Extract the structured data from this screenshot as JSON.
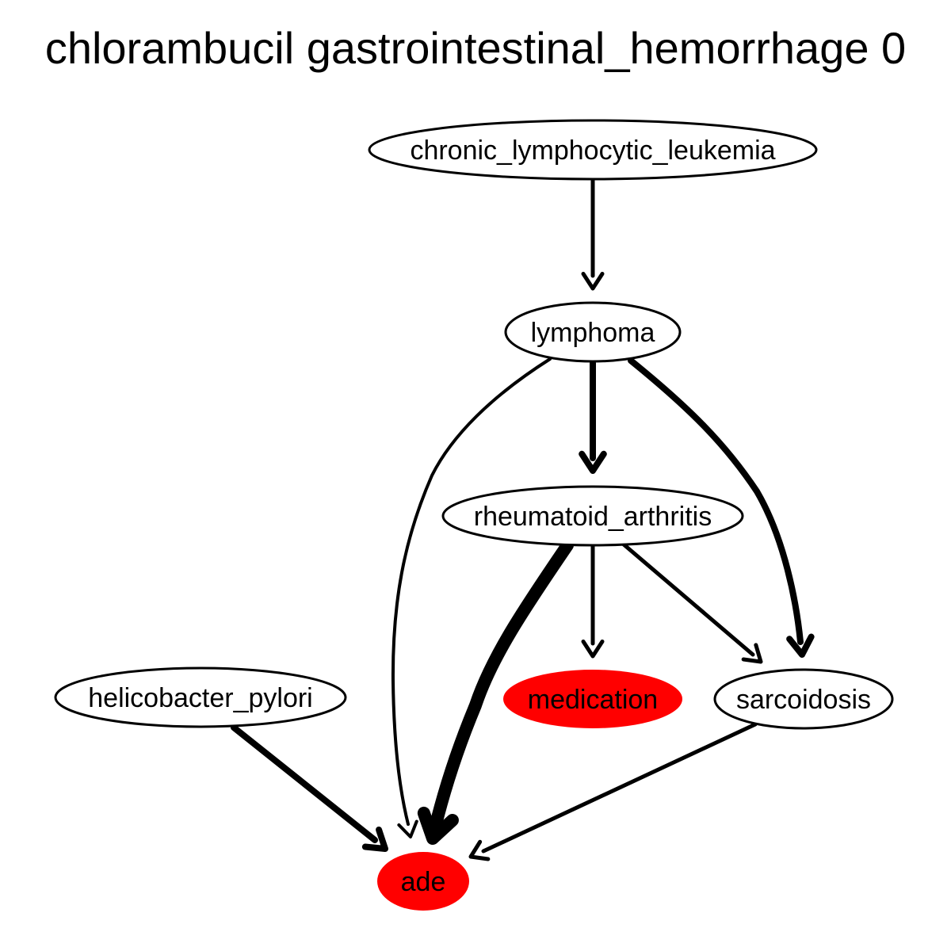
{
  "title": "chlorambucil gastrointestinal_hemorrhage 0",
  "colors": {
    "highlight": "#ff0000",
    "default_fill": "#ffffff",
    "stroke": "#000000"
  },
  "nodes": [
    {
      "id": "chronic_lymphocytic_leukemia",
      "label": "chronic_lymphocytic_leukemia",
      "highlighted": false
    },
    {
      "id": "lymphoma",
      "label": "lymphoma",
      "highlighted": false
    },
    {
      "id": "rheumatoid_arthritis",
      "label": "rheumatoid_arthritis",
      "highlighted": false
    },
    {
      "id": "helicobacter_pylori",
      "label": "helicobacter_pylori",
      "highlighted": false
    },
    {
      "id": "medication",
      "label": "medication",
      "highlighted": true
    },
    {
      "id": "sarcoidosis",
      "label": "sarcoidosis",
      "highlighted": false
    },
    {
      "id": "ade",
      "label": "ade",
      "highlighted": true
    }
  ],
  "edges": [
    {
      "from": "chronic_lymphocytic_leukemia",
      "to": "lymphoma",
      "weight": "medium"
    },
    {
      "from": "lymphoma",
      "to": "rheumatoid_arthritis",
      "weight": "heavy"
    },
    {
      "from": "lymphoma",
      "to": "ade",
      "weight": "light"
    },
    {
      "from": "lymphoma",
      "to": "sarcoidosis",
      "weight": "heavy"
    },
    {
      "from": "rheumatoid_arthritis",
      "to": "ade",
      "weight": "heaviest"
    },
    {
      "from": "rheumatoid_arthritis",
      "to": "medication",
      "weight": "medium"
    },
    {
      "from": "rheumatoid_arthritis",
      "to": "sarcoidosis",
      "weight": "medium"
    },
    {
      "from": "helicobacter_pylori",
      "to": "ade",
      "weight": "heavy"
    },
    {
      "from": "sarcoidosis",
      "to": "ade",
      "weight": "medium"
    }
  ]
}
